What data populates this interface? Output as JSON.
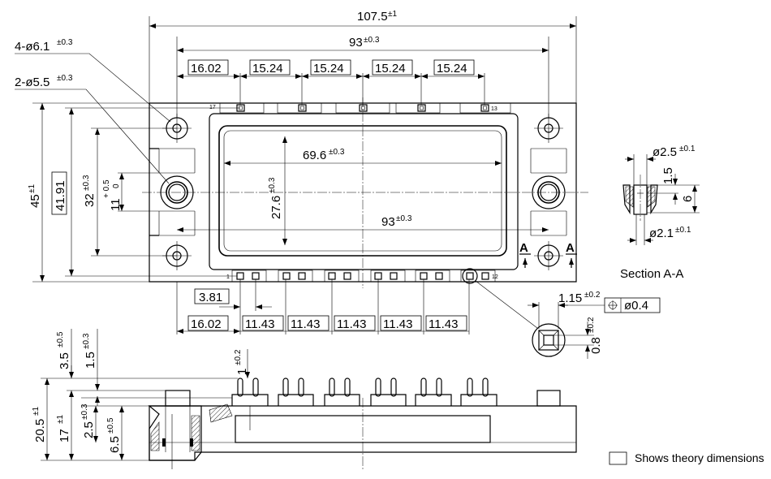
{
  "dimensions": {
    "overall_length": {
      "value": "107.5",
      "tol": "±1"
    },
    "hole_pitch_length": {
      "value": "93",
      "tol": "±0.3"
    },
    "hole_4": {
      "value": "4-ø6.1",
      "tol": "±0.3"
    },
    "hole_2": {
      "value": "2-ø5.5",
      "tol": "±0.3"
    },
    "top_pin_offset": "16.02",
    "top_pin_pitch": "15.24",
    "window_length": {
      "value": "69.6",
      "tol": "±0.3"
    },
    "window_height": {
      "value": "27.6",
      "tol": "±0.3"
    },
    "inner_93": {
      "value": "93",
      "tol": "±0.3"
    },
    "overall_width": {
      "value": "45",
      "tol": "±1"
    },
    "pin_span_width": "41.91",
    "hole_pitch_width": {
      "value": "32",
      "tol": "±0.3"
    },
    "mount_offset": {
      "value": "11",
      "tol_upper": "+ 0.5",
      "tol_lower": "0"
    },
    "bottom_small_pitch": "3.81",
    "bottom_pin_offset": "16.02",
    "bottom_pin_pitch": "11.43",
    "pin_size": {
      "value": "1.15",
      "tol": "±0.2"
    },
    "position_tol": "ø0.4",
    "pin_tip": {
      "value": "0.8",
      "tol": "±0.2"
    },
    "pin_height": {
      "value": "3.5",
      "tol": "±0.5"
    },
    "pin_shoulder": {
      "value": "1.5",
      "tol": "±0.3"
    },
    "pin_length": {
      "value": "1",
      "tol": "±0.2"
    },
    "total_height": {
      "value": "20.5",
      "tol": "±1"
    },
    "body_height": {
      "value": "17",
      "tol": "±1"
    },
    "base_step": {
      "value": "2.5",
      "tol": "±0.3"
    },
    "standoff": {
      "value": "6.5",
      "tol": "±0.5"
    }
  },
  "section": {
    "title": "Section A-A",
    "marker": "A",
    "dia_top": {
      "value": "ø2.5",
      "tol": "±0.1"
    },
    "depth": "1.5",
    "height": "6",
    "dia_bottom": {
      "value": "ø2.1",
      "tol": "±0.1"
    }
  },
  "pin_numbers": {
    "top_left": "17",
    "top_right": "13",
    "bottom_left": "1",
    "bottom_right": "12"
  },
  "legend": {
    "text": "Shows theory dimensions"
  }
}
